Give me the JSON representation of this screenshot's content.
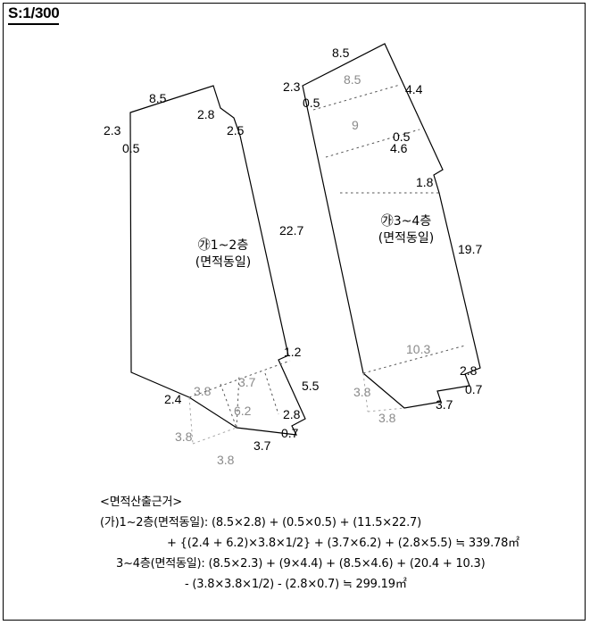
{
  "scale": {
    "label": "S:1/300"
  },
  "plans": {
    "left": {
      "name_line1": "㉮1~2층",
      "name_line2": "(면적동일)",
      "dimensions_outer": [
        "8.5",
        "2.3",
        "0.5",
        "2.8",
        "2.5",
        "22.7",
        "1.2",
        "5.5",
        "2.8",
        "0.7",
        "3.7",
        "2.4"
      ],
      "dimensions_inner": [
        "3.8",
        "3.7",
        "6.2",
        "3.8",
        "3.8",
        "3.7"
      ]
    },
    "right": {
      "name_line1": "㉮3~4층",
      "name_line2": "(면적동일)",
      "dimensions_outer": [
        "8.5",
        "2.3",
        "0.5",
        "4.4",
        "0.5",
        "4.6",
        "1.8",
        "19.7",
        "2.8",
        "0.7",
        "3.7"
      ],
      "dimensions_inner": [
        "8.5",
        "9",
        "10.3",
        "3.8",
        "3.8"
      ]
    }
  },
  "calculation": {
    "heading": "<면적산출근거>",
    "lines": [
      "(가)1~2층(면적동일): (8.5×2.8) + (0.5×0.5) + (11.5×22.7)",
      "+ {(2.4 + 6.2)×3.8×1/2} + (3.7×6.2) + (2.8×5.5) ≒ 339.78㎡",
      "3~4층(면적동일): (8.5×2.3) + (9×4.4) + (8.5×4.6) + (20.4 + 10.3)",
      "- (3.8×3.8×1/2) - (2.8×0.7) ≒ 299.19㎡"
    ]
  },
  "colors": {
    "outline": "#000000",
    "construction": "#8a8a8a",
    "background": "#ffffff"
  }
}
